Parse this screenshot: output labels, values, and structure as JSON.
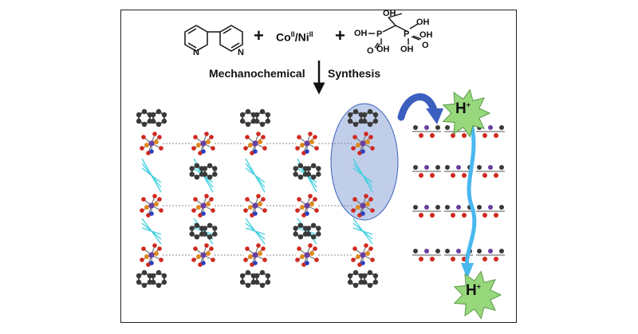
{
  "reaction": {
    "plus": "+",
    "metal_main": "Co",
    "metal_sup1": "II",
    "metal_sep": "/Ni",
    "metal_sup2": "II",
    "step_label_left": "Mechanochemical",
    "step_label_right": "Synthesis"
  },
  "hedp_labels": {
    "oh_top": "OH",
    "oh_left": "OH",
    "p_left": "P",
    "o_left": "O",
    "oh_left_bottom": "OH",
    "oh_right_top": "OH",
    "p_right": "P",
    "oh_right": "OH",
    "o_right": "O",
    "oh_right_bottom": "OH"
  },
  "bipy_labels": {
    "n1": "N",
    "n2": "N"
  },
  "proton": {
    "symbol": "H",
    "charge": "+"
  },
  "colors": {
    "frame": "#222222",
    "carbon": "#3a3a3a",
    "oxygen": "#d0281e",
    "phosphorus": "#e08a1c",
    "metal": "#6a3fa0",
    "nitrogen": "#2a3fbf",
    "hbond": "#40d0e0",
    "highlight": "#9fb3de",
    "arrow_blue": "#3a5fbf",
    "proton_arrow": "#48b8ef",
    "starburst": "#98d87c"
  }
}
